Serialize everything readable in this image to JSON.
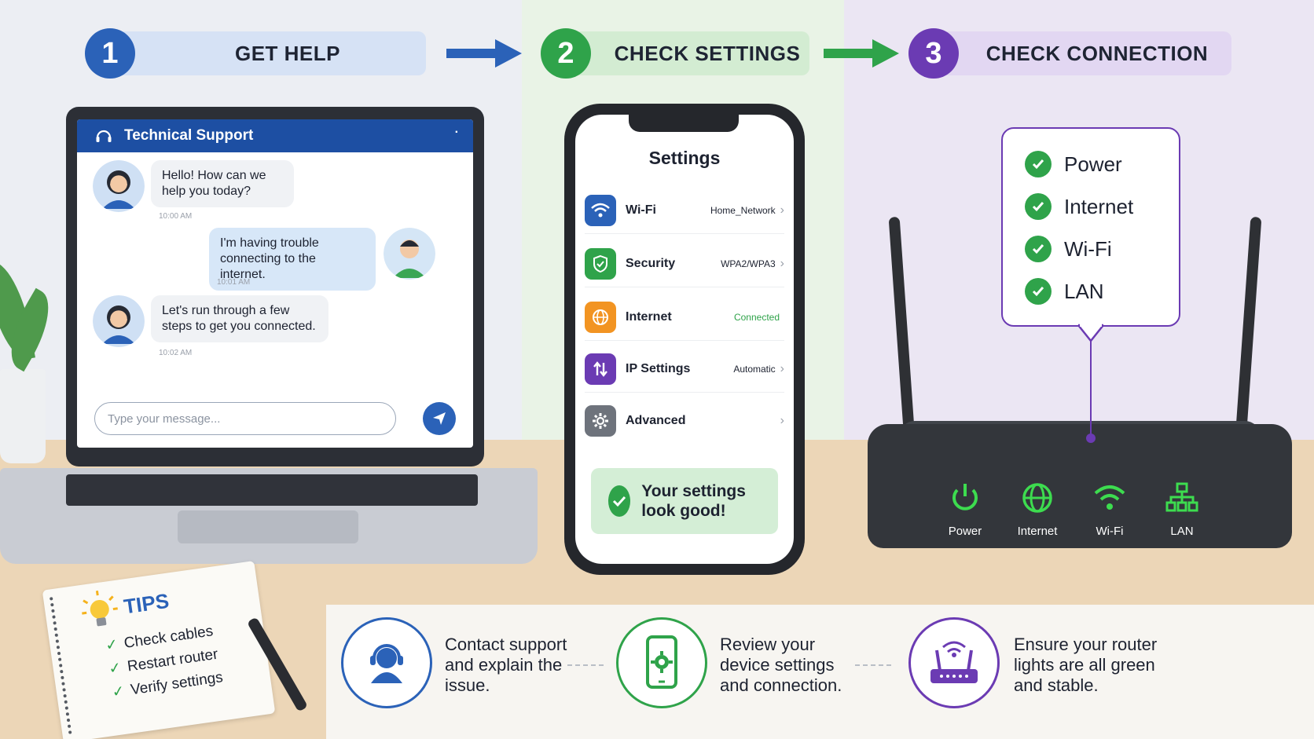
{
  "steps": [
    {
      "number": "1",
      "label": "GET HELP"
    },
    {
      "number": "2",
      "label": "CHECK SETTINGS"
    },
    {
      "number": "3",
      "label": "CHECK CONNECTION"
    }
  ],
  "chat": {
    "header": "Technical Support",
    "messages": [
      {
        "text": "Hello! How can we help you today?",
        "time": "10:00 AM"
      },
      {
        "text": "I'm having trouble connecting to the internet.",
        "time": "10:01 AM"
      },
      {
        "text": "Let's run through a few steps to get you connected.",
        "time": "10:02 AM"
      }
    ],
    "input_placeholder": "Type your message..."
  },
  "phone": {
    "title": "Settings",
    "rows": [
      {
        "label": "Wi-Fi",
        "value": "Home_Network",
        "icon": "wifi-icon",
        "color": "#2b62b8"
      },
      {
        "label": "Security",
        "value": "WPA2/WPA3",
        "icon": "shield-icon",
        "color": "#2fa34a"
      },
      {
        "label": "Internet",
        "value": "Connected",
        "icon": "globe-icon",
        "color": "#f29422"
      },
      {
        "label": "IP Settings",
        "value": "Automatic",
        "icon": "arrows-icon",
        "color": "#6b3bb3"
      },
      {
        "label": "Advanced",
        "value": "",
        "icon": "gear-icon",
        "color": "#6e737c"
      }
    ],
    "status": "Your settings look good!"
  },
  "router": {
    "checklist": [
      "Power",
      "Internet",
      "Wi-Fi",
      "LAN"
    ],
    "leds": [
      "Power",
      "Internet",
      "Wi-Fi",
      "LAN"
    ]
  },
  "tips": {
    "title": "TIPS",
    "items": [
      "Check cables",
      "Restart router",
      "Verify settings"
    ]
  },
  "descriptions": [
    {
      "text": "Contact support and explain the issue.",
      "icon": "headset-icon",
      "color": "#2b62b8"
    },
    {
      "text": "Review your device settings and connection.",
      "icon": "phone-gear-icon",
      "color": "#2fa34a"
    },
    {
      "text": "Ensure your router lights are all green and stable.",
      "icon": "router-icon",
      "color": "#6b3bb3"
    }
  ],
  "colors": {
    "blue": "#2b62b8",
    "green": "#2fa34a",
    "purple": "#6b3bb3",
    "led_green": "#3ddc4f"
  }
}
